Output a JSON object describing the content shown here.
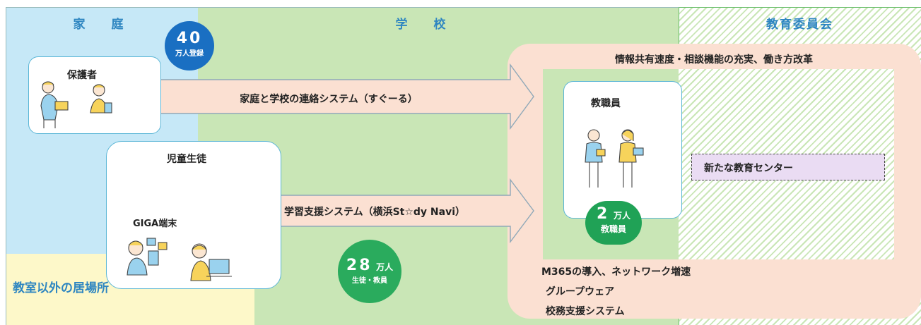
{
  "zones": {
    "home": "家　庭",
    "school": "学　校",
    "board": "教育委員会",
    "other": "教室以外の居場所"
  },
  "peach": {
    "title": "情報共有速度・相談機能の充実、働き方改革"
  },
  "cards": {
    "guardian": "保護者",
    "student": "児童生徒",
    "giga": "GIGA端末",
    "staff": "教職員"
  },
  "arrows": {
    "top": "家庭と学校の連絡システム（すぐーる）",
    "bottom": "学習支援システム（横浜St☆dy Navi）"
  },
  "badges": {
    "home": {
      "number": "40",
      "unit": "万人登録"
    },
    "staff": {
      "number": "2",
      "unit": "万人",
      "sub": "教職員"
    },
    "students": {
      "number": "28",
      "unit": "万人",
      "sub": "生徒・教員"
    }
  },
  "center": "新たな教育センター",
  "list": [
    "M365の導入、ネットワーク増速",
    "グループウェア",
    "校務支援システム"
  ],
  "colors": {
    "home_bg": "#c6e8f7",
    "school_bg": "#c9e6b6",
    "other_bg": "#fdf8c9",
    "peach": "#fbe0d2",
    "circle_blue": "#1a6fc2",
    "circle_green": "#20a256",
    "title_blue": "#2e86c1",
    "center_purple": "#eadcf3"
  },
  "icons": [
    "parent-laptop-icon",
    "parent-phone-icon",
    "student-tablet-icon",
    "student-laptop-icon",
    "teacher-man-icon",
    "teacher-woman-icon"
  ]
}
